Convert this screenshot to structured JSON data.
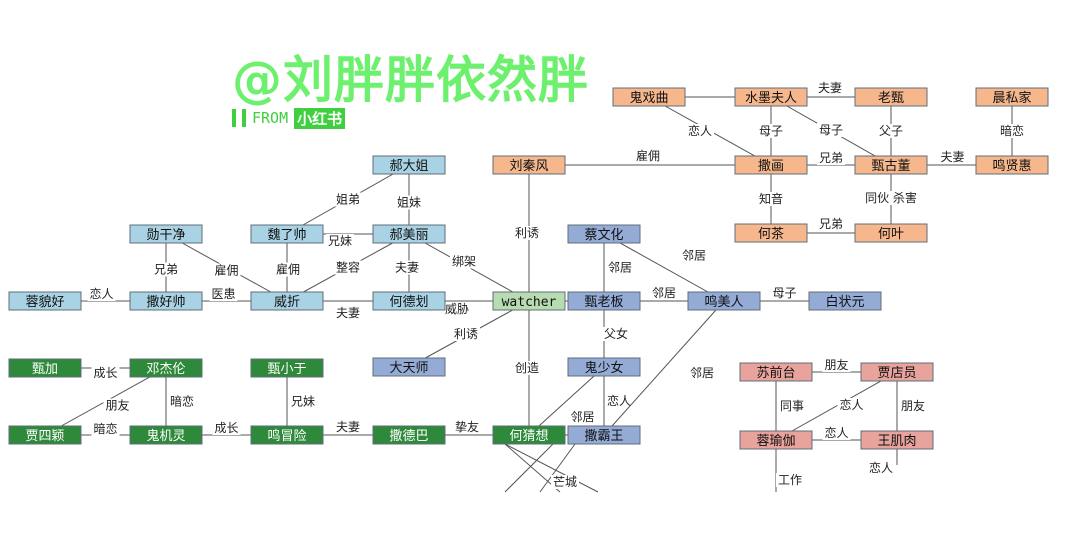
{
  "watermark": {
    "title": "@刘胖胖依然胖",
    "from": "FROM",
    "brand": "小红书"
  },
  "colors": {
    "blue_light": "#a9d3e4",
    "blue_dark": "#94abd6",
    "green_light": "#b8dcb1",
    "green_dark": "#2e8a3a",
    "orange": "#f6b78d",
    "pink": "#e8a39c"
  },
  "nodes": [
    {
      "id": "hedajie",
      "label": "郝大姐",
      "color": "blue_light"
    },
    {
      "id": "xunganjing",
      "label": "勋干净",
      "color": "blue_light"
    },
    {
      "id": "weiliaoshuai",
      "label": "魏了帅",
      "color": "blue_light"
    },
    {
      "id": "hemeili",
      "label": "郝美丽",
      "color": "blue_light"
    },
    {
      "id": "rongmaohao",
      "label": "蓉貌好",
      "color": "blue_light"
    },
    {
      "id": "sahaoshuai",
      "label": "撒好帅",
      "color": "blue_light"
    },
    {
      "id": "weizhe",
      "label": "威折",
      "color": "blue_light"
    },
    {
      "id": "hedehua",
      "label": "何德划",
      "color": "blue_light"
    },
    {
      "id": "datianshi",
      "label": "大天师",
      "color": "blue_dark"
    },
    {
      "id": "watcher",
      "label": "watcher",
      "color": "green_light"
    },
    {
      "id": "liuqinfeng",
      "label": "刘秦风",
      "color": "orange"
    },
    {
      "id": "caiwenhua",
      "label": "蔡文化",
      "color": "blue_dark"
    },
    {
      "id": "zhenlaoban",
      "label": "甄老板",
      "color": "blue_dark"
    },
    {
      "id": "wumeiren",
      "label": "鸣美人",
      "color": "blue_dark"
    },
    {
      "id": "baizhuangyuan",
      "label": "白状元",
      "color": "blue_dark"
    },
    {
      "id": "guishaonv",
      "label": "鬼少女",
      "color": "blue_dark"
    },
    {
      "id": "sabawang",
      "label": "撒霸王",
      "color": "blue_dark"
    },
    {
      "id": "hecaixiang",
      "label": "何猜想",
      "color": "green_dark"
    },
    {
      "id": "zhenjia",
      "label": "甄加",
      "color": "green_dark"
    },
    {
      "id": "dengjielun",
      "label": "邓杰伦",
      "color": "green_dark"
    },
    {
      "id": "zhenxiaoyu",
      "label": "甄小于",
      "color": "green_dark"
    },
    {
      "id": "jiasiying",
      "label": "贾四颖",
      "color": "green_dark"
    },
    {
      "id": "guijiling",
      "label": "鬼机灵",
      "color": "green_dark"
    },
    {
      "id": "wumaoxian",
      "label": "鸣冒险",
      "color": "green_dark"
    },
    {
      "id": "sadeba",
      "label": "撒德巴",
      "color": "green_dark"
    },
    {
      "id": "guixiqu",
      "label": "鬼戏曲",
      "color": "orange"
    },
    {
      "id": "shuimofuren",
      "label": "水墨夫人",
      "color": "orange"
    },
    {
      "id": "laozhen",
      "label": "老甄",
      "color": "orange"
    },
    {
      "id": "chensijia",
      "label": "晨私家",
      "color": "orange"
    },
    {
      "id": "sahua",
      "label": "撒画",
      "color": "orange"
    },
    {
      "id": "zhengudong",
      "label": "甄古董",
      "color": "orange"
    },
    {
      "id": "wuxianhui",
      "label": "鸣贤惠",
      "color": "orange"
    },
    {
      "id": "hecha",
      "label": "何茶",
      "color": "orange"
    },
    {
      "id": "heye",
      "label": "何叶",
      "color": "orange"
    },
    {
      "id": "suqiantai",
      "label": "苏前台",
      "color": "pink"
    },
    {
      "id": "jiadianyuan",
      "label": "贾店员",
      "color": "pink"
    },
    {
      "id": "rongyujia",
      "label": "蓉瑜伽",
      "color": "pink"
    },
    {
      "id": "wangjirou",
      "label": "王肌肉",
      "color": "pink"
    }
  ],
  "edges": [
    {
      "from": "hedajie",
      "to": "weiliaoshuai",
      "label": "姐弟"
    },
    {
      "from": "hedajie",
      "to": "hemeili",
      "label": "姐妹"
    },
    {
      "from": "weiliaoshuai",
      "to": "hemeili",
      "label": "兄妹"
    },
    {
      "from": "xunganjing",
      "to": "sahaoshuai",
      "label": "兄弟"
    },
    {
      "from": "xunganjing",
      "to": "weizhe",
      "label": "雇佣"
    },
    {
      "from": "weiliaoshuai",
      "to": "weizhe",
      "label": "雇佣"
    },
    {
      "from": "hemeili",
      "to": "weizhe",
      "label": "整容"
    },
    {
      "from": "hemeili",
      "to": "hedehua",
      "label": "夫妻"
    },
    {
      "from": "hemeili",
      "to": "watcher",
      "label": "绑架"
    },
    {
      "from": "rongmaohao",
      "to": "sahaoshuai",
      "label": "恋人"
    },
    {
      "from": "sahaoshuai",
      "to": "weizhe",
      "label": "医患"
    },
    {
      "from": "weizhe",
      "to": "hedehua",
      "label": "夫妻"
    },
    {
      "from": "hedehua",
      "to": "watcher",
      "label": "威胁"
    },
    {
      "from": "datianshi",
      "to": "watcher",
      "label": "利诱"
    },
    {
      "from": "liuqinfeng",
      "to": "watcher",
      "label": "利诱"
    },
    {
      "from": "liuqinfeng",
      "to": "sahua",
      "label": "雇佣"
    },
    {
      "from": "watcher",
      "to": "zhenlaoban",
      "label": ""
    },
    {
      "from": "watcher",
      "to": "hecaixiang",
      "label": "创造"
    },
    {
      "from": "caiwenhua",
      "to": "zhenlaoban",
      "label": "邻居"
    },
    {
      "from": "caiwenhua",
      "to": "wumeiren",
      "label": "邻居"
    },
    {
      "from": "zhenlaoban",
      "to": "wumeiren",
      "label": "邻居"
    },
    {
      "from": "wumeiren",
      "to": "baizhuangyuan",
      "label": "母子"
    },
    {
      "from": "zhenlaoban",
      "to": "guishaonv",
      "label": "父女"
    },
    {
      "from": "guishaonv",
      "to": "sabawang",
      "label": "恋人"
    },
    {
      "from": "hecaixiang",
      "to": "guishaonv",
      "label": "邻居"
    },
    {
      "from": "wumeiren",
      "to": "sabawang",
      "label": "邻居"
    },
    {
      "from": "hecaixiang",
      "to": "sabawang",
      "label": ""
    },
    {
      "from": "zhenjia",
      "to": "dengjielun",
      "label": "成长"
    },
    {
      "from": "dengjielun",
      "to": "guijiling",
      "label": "暗恋"
    },
    {
      "from": "dengjielun",
      "to": "jiasiying",
      "label": "朋友"
    },
    {
      "from": "jiasiying",
      "to": "guijiling",
      "label": "暗恋"
    },
    {
      "from": "guijiling",
      "to": "wumaoxian",
      "label": "成长"
    },
    {
      "from": "zhenxiaoyu",
      "to": "wumaoxian",
      "label": "兄妹"
    },
    {
      "from": "wumaoxian",
      "to": "sadeba",
      "label": "夫妻"
    },
    {
      "from": "sadeba",
      "to": "hecaixiang",
      "label": "挚友"
    },
    {
      "from": "guixiqu",
      "to": "shuimofuren",
      "label": ""
    },
    {
      "from": "guixiqu",
      "to": "sahua",
      "label": "恋人"
    },
    {
      "from": "shuimofuren",
      "to": "laozhen",
      "label": "夫妻"
    },
    {
      "from": "shuimofuren",
      "to": "sahua",
      "label": "母子"
    },
    {
      "from": "shuimofuren",
      "to": "zhengudong",
      "label": "母子"
    },
    {
      "from": "laozhen",
      "to": "zhengudong",
      "label": "父子"
    },
    {
      "from": "sahua",
      "to": "zhengudong",
      "label": "兄弟"
    },
    {
      "from": "zhengudong",
      "to": "wuxianhui",
      "label": "夫妻"
    },
    {
      "from": "chensijia",
      "to": "wuxianhui",
      "label": "暗恋"
    },
    {
      "from": "sahua",
      "to": "hecha",
      "label": "知音"
    },
    {
      "from": "zhengudong",
      "to": "heye",
      "label": "同伙 杀害"
    },
    {
      "from": "hecha",
      "to": "heye",
      "label": "兄弟"
    },
    {
      "from": "suqiantai",
      "to": "jiadianyuan",
      "label": "朋友"
    },
    {
      "from": "suqiantai",
      "to": "rongyujia",
      "label": "同事"
    },
    {
      "from": "rongyujia",
      "to": "jiadianyuan",
      "label": "恋人"
    },
    {
      "from": "jiadianyuan",
      "to": "wangjirou",
      "label": "朋友"
    },
    {
      "from": "rongyujia",
      "to": "wangjirou",
      "label": "恋人"
    }
  ],
  "extra_labels": [
    "芒城",
    "工作",
    "恋人"
  ]
}
